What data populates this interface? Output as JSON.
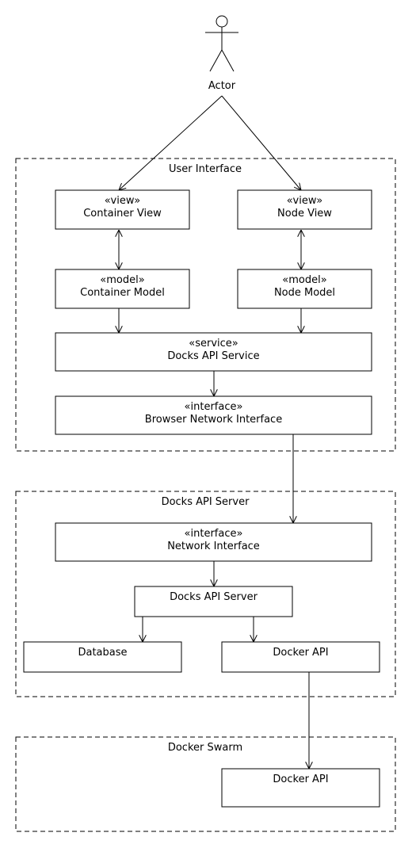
{
  "actor": {
    "label": "Actor"
  },
  "packages": {
    "user_interface": "User Interface",
    "docks_api_server": "Docks API Server",
    "docker_swarm": "Docker Swarm"
  },
  "components": {
    "container_view": {
      "stereotype": "«view»",
      "label": "Container View"
    },
    "node_view": {
      "stereotype": "«view»",
      "label": "Node View"
    },
    "container_model": {
      "stereotype": "«model»",
      "label": "Container Model"
    },
    "node_model": {
      "stereotype": "«model»",
      "label": "Node Model"
    },
    "docks_api_service": {
      "stereotype": "«service»",
      "label": "Docks API Service"
    },
    "browser_network": {
      "stereotype": "«interface»",
      "label": "Browser Network Interface"
    },
    "network_interface": {
      "stereotype": "«interface»",
      "label": "Network Interface"
    },
    "docks_api_server": {
      "label": "Docks API Server"
    },
    "database": {
      "label": "Database"
    },
    "docker_api": {
      "label": "Docker API"
    },
    "swarm_docker_api": {
      "label": "Docker API"
    }
  }
}
